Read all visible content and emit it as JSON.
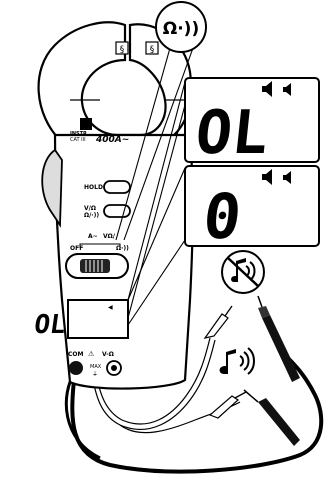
{
  "meter": {
    "jaw_marks": [
      "§",
      "§"
    ],
    "brand_line1": "INSTR",
    "brand_line2": "CAT III",
    "range": "400A~",
    "hold_label": "HOLD",
    "vsel_label_1": "V/Ω",
    "vsel_label_2": "Ω/·))",
    "dial_off": "OFF",
    "dial_amps": "A~",
    "dial_volts": "VΩ/",
    "dial_cont": "Ω·))",
    "lcd_text": "OL",
    "com_label": "COM",
    "warn_label": "⚠",
    "v_label": "V-Ω",
    "max_label": "MAX",
    "max_sub": "⏚"
  },
  "callouts": {
    "mode_symbol": "Ω·))",
    "display_top": "OL",
    "display_mid": "0",
    "speaker_icon": "speaker-icon"
  },
  "indicators": {
    "no_tone": "no-sound-icon",
    "tone": "sound-icon"
  }
}
